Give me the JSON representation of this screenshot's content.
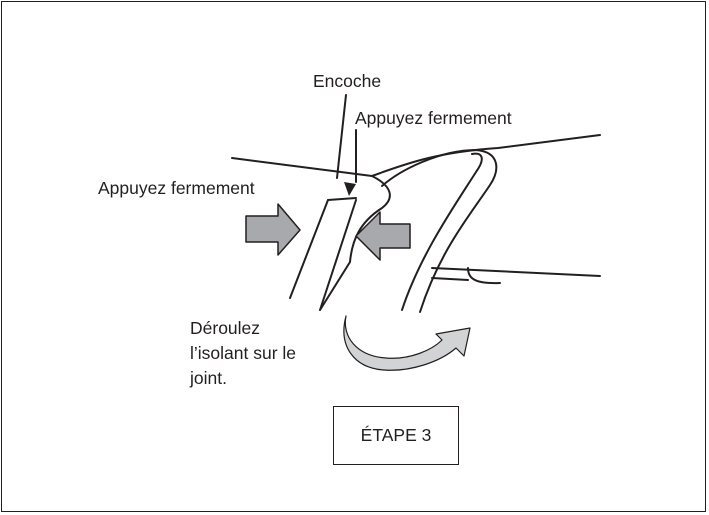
{
  "labels": {
    "notch": "Encoche",
    "press_firmly_right": "Appuyez fermement",
    "press_firmly_left": "Appuyez fermement",
    "unroll_line1": "Déroulez",
    "unroll_line2": "l’isolant sur le",
    "unroll_line3": "joint."
  },
  "step": {
    "label": "ÉTAPE 3"
  },
  "colors": {
    "line": "#231f20",
    "arrow_fill": "#a7a9ac",
    "curl_fill": "#d1d3d4"
  }
}
